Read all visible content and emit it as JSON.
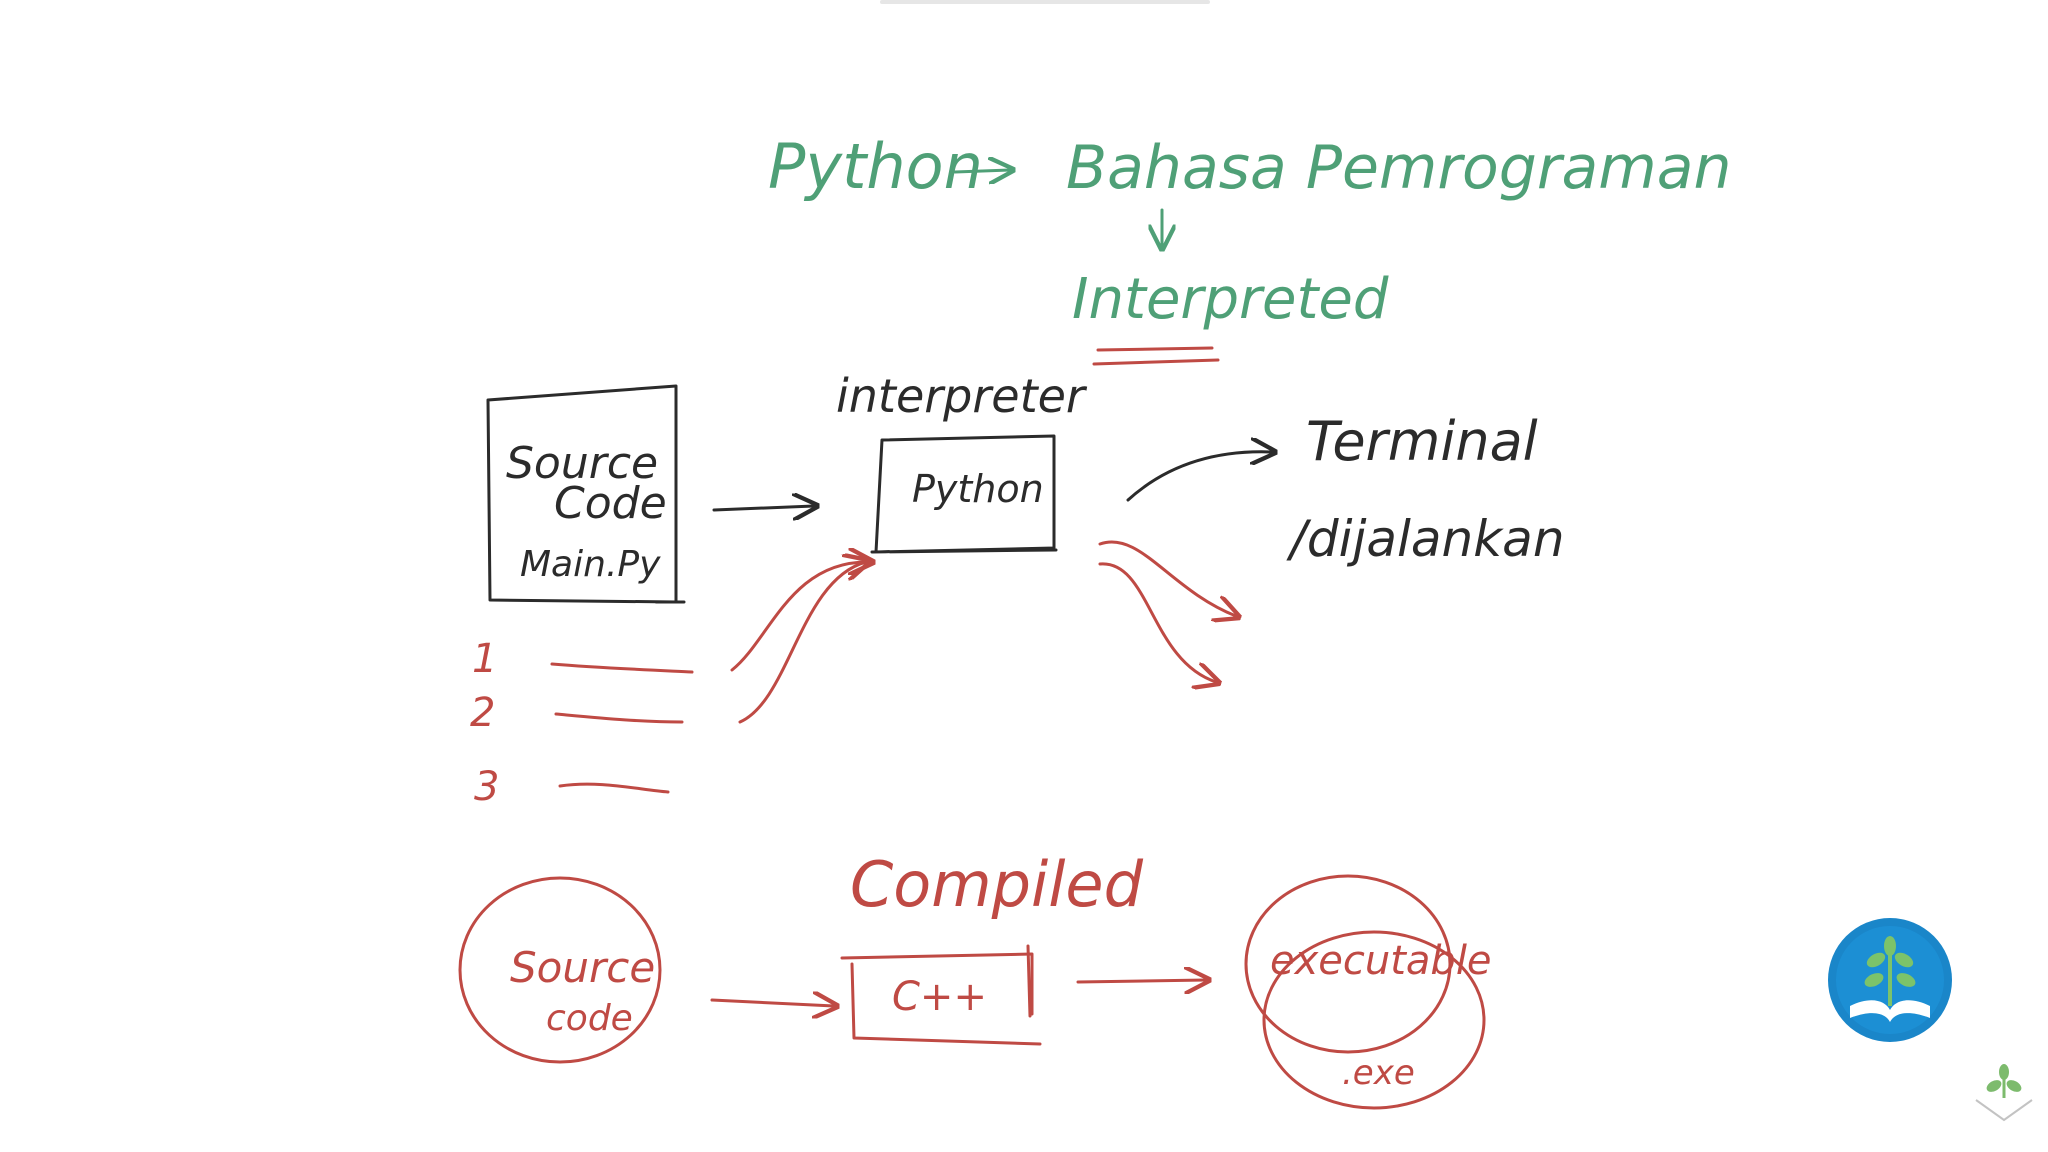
{
  "texts": {
    "python": "Python",
    "bahasa": "Bahasa Pemrograman",
    "interpreted": "Interpreted",
    "interpreter": "interpreter",
    "python_box": "Python",
    "source_code_1": "Source",
    "source_code_2": "Code",
    "main_py": "Main.Py",
    "terminal": "Terminal",
    "dijalankan": "/dijalankan",
    "line_1": "1",
    "line_2": "2",
    "line_3": "3",
    "compiled": "Compiled",
    "source_c1": "Source",
    "source_c2": "code",
    "cpp": "C++",
    "executable": "executable",
    "exe": ".exe"
  },
  "colors": {
    "green": "#4fa077",
    "red": "#bf4a44",
    "black": "#2b2b2b",
    "logo_blue": "#1a86c9"
  },
  "icons": {
    "logo_badge": "sprout-book-logo",
    "corner_mark": "sprout-corner-icon"
  }
}
